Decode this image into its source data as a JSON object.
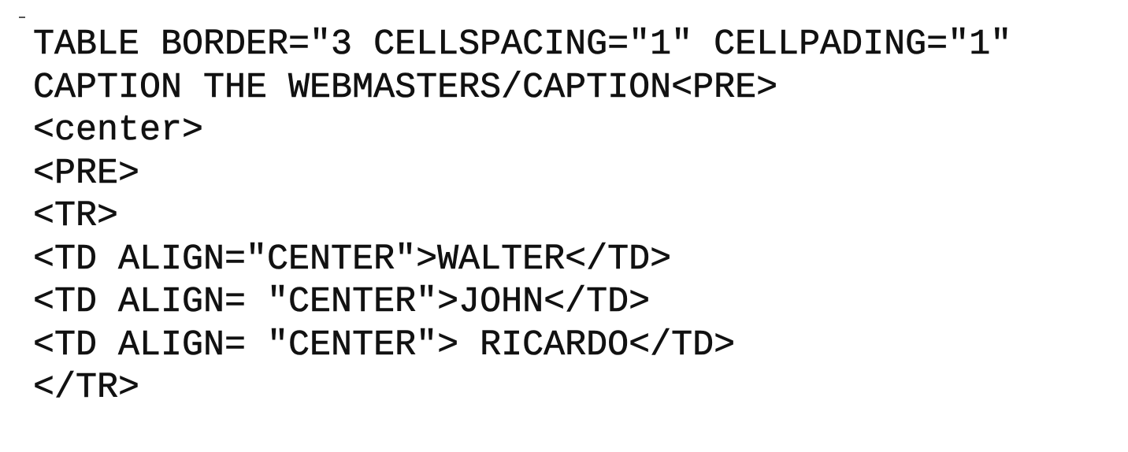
{
  "document": {
    "lines": [
      "TABLE BORDER=\"3 CELLSPACING=\"1\" CELLPADING=\"1\"",
      "CAPTION THE WEBMASTERS/CAPTION<PRE>",
      "<center>",
      "<PRE>",
      "<TR>",
      "<TD ALIGN=\"CENTER\">WALTER</TD>",
      "<TD ALIGN= \"CENTER\">JOHN</TD>",
      "<TD ALIGN= \"CENTER\"> RICARDO</TD>",
      "</TR>"
    ]
  }
}
